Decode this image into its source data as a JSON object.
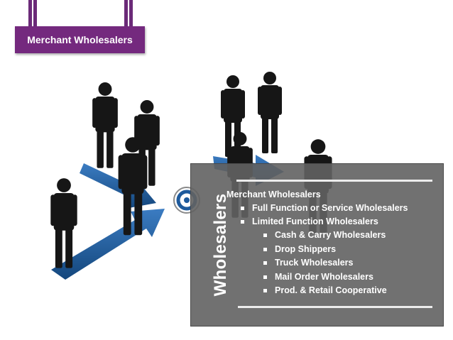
{
  "header": {
    "title": "Merchant Wholesalers"
  },
  "panel": {
    "side_label": "Wholesalers",
    "heading": "Merchant Wholesalers",
    "level2": [
      {
        "label": "Full Function or Service Wholesalers"
      },
      {
        "label": "Limited Function Wholesalers"
      }
    ],
    "level3": [
      {
        "label": "Cash & Carry Wholesalers"
      },
      {
        "label": "Drop Shippers"
      },
      {
        "label": "Truck Wholesalers"
      },
      {
        "label": "Mail Order Wholesalers"
      },
      {
        "label": "Prod. & Retail Cooperative"
      }
    ]
  },
  "colors": {
    "accent": "#74297e",
    "panel": "#626262",
    "arrow": "#1f5d9c",
    "figure": "#161616"
  }
}
